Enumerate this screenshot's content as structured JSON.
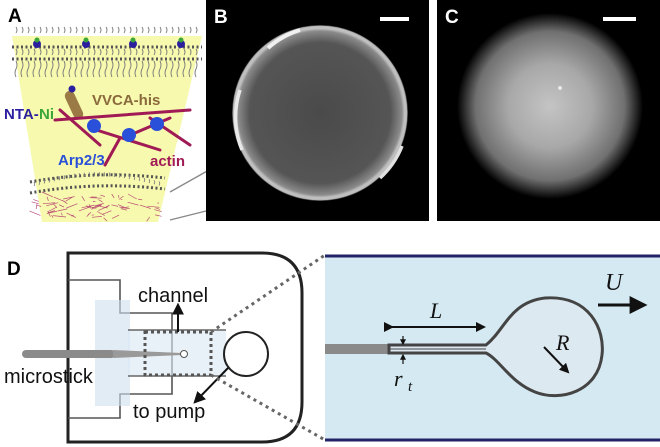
{
  "panels": {
    "a": {
      "letter": "A",
      "labels": {
        "nta": "NTA-",
        "ni": "Ni",
        "vvca": "VVCA-his",
        "arp": "Arp2/3",
        "actin": "actin"
      }
    },
    "b": {
      "letter": "B"
    },
    "c": {
      "letter": "C"
    },
    "d": {
      "letter": "D",
      "labels": {
        "channel": "channel",
        "microstick": "microstick",
        "pump": "to pump"
      },
      "symbols": {
        "L": "L",
        "r": "r",
        "t": "t",
        "R": "R",
        "U": "U"
      }
    }
  },
  "colors": {
    "nta": "#2b1fa0",
    "ni": "#3aa63a",
    "vvca": "#8a6a3c",
    "arp": "#2a4fd8",
    "actin": "#a01a55",
    "funnel": "#f4f8a0",
    "channel_fluid": "#d4e9f1",
    "channel_wall": "#222266"
  },
  "icons": [
    "arp23-complex-glyph",
    "actin-filament-glyph",
    "scale-bar-glyph",
    "flow-arrow-glyph"
  ]
}
